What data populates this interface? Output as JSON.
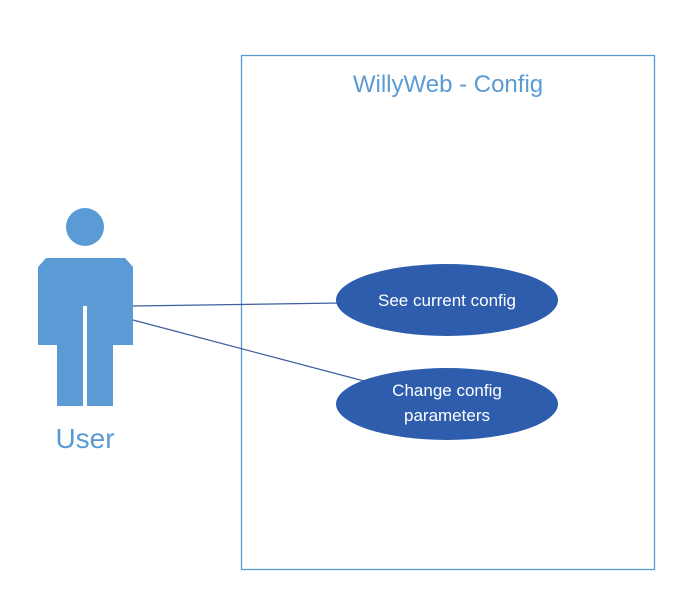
{
  "system": {
    "title": "WillyWeb - Config"
  },
  "actor": {
    "label": "User",
    "icon": "person-icon"
  },
  "use_cases": [
    {
      "lines": [
        "See current config"
      ]
    },
    {
      "lines": [
        "Change config",
        "parameters"
      ]
    }
  ],
  "colors": {
    "actor_fill": "#5B9BD5",
    "ellipse_fill": "#2E5DAE",
    "boundary_stroke": "#5B9BD5",
    "connector_stroke": "#3E5F9E",
    "title_text": "#5B9BD5",
    "use_case_text": "#FFFFFF"
  }
}
